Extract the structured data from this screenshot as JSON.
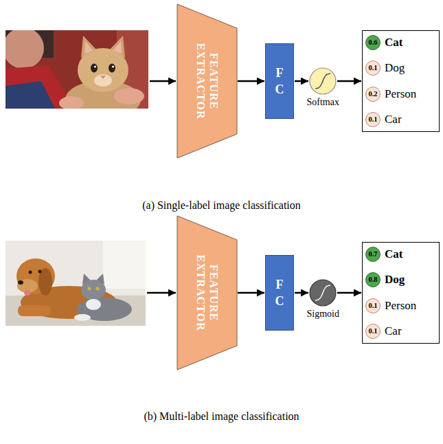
{
  "diagram": {
    "nodes": [
      {
        "text": [
          "FEATURE EXTRACTOR"
        ]
      },
      {
        "text": [
          "F C"
        ]
      },
      {
        "text": [
          "Softmax"
        ]
      },
      {
        "text": [
          "Cat",
          "Dog",
          "Person",
          "Car"
        ]
      },
      {
        "text": [
          "0.6"
        ],
        "in": 3
      },
      {
        "text": [
          "0.1"
        ],
        "in": 3
      },
      {
        "text": [
          "0.2"
        ],
        "in": 3
      },
      {
        "text": [
          "0.1"
        ],
        "in": 3
      },
      {
        "text": [
          "FEATURE EXTRACTOR"
        ]
      },
      {
        "text": [
          "F C"
        ]
      },
      {
        "text": [
          "Sigmoid"
        ]
      },
      {
        "text": [
          "Cat",
          "Dog",
          "Person",
          "Car"
        ]
      },
      {
        "text": [
          "0.7"
        ],
        "in": 11
      },
      {
        "text": [
          "0.8"
        ],
        "in": 11
      },
      {
        "text": [
          "0.1"
        ],
        "in": 11
      },
      {
        "text": [
          "0.1"
        ],
        "in": 11
      }
    ],
    "edges": [
      {
        "from": 0,
        "to": 1,
        "arrow": "to"
      },
      {
        "from": 1,
        "to": 2,
        "arrow": "to"
      },
      {
        "from": 2,
        "to": 3,
        "arrow": "to"
      },
      {
        "from": 8,
        "to": 9,
        "arrow": "to"
      },
      {
        "from": 9,
        "to": 10,
        "arrow": "to"
      },
      {
        "from": 10,
        "to": 11,
        "arrow": "to"
      }
    ],
    "labels": [
      "(a) Single-label image classification",
      "(b) Multi-label image classification"
    ]
  }
}
